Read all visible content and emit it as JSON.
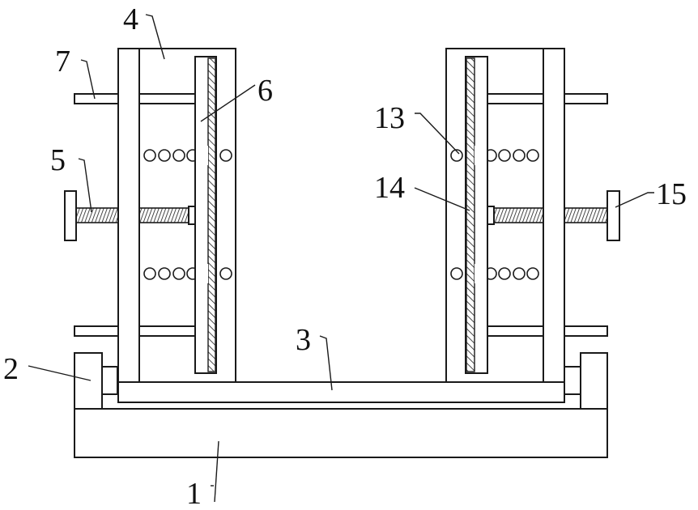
{
  "labels": {
    "base_plate": "1",
    "side_block": "2",
    "u_frame": "3",
    "side_frame": "4",
    "screw_rod_left": "5",
    "clamp_plate_left": "6",
    "guide_rod": "7",
    "guide_hole": "13",
    "clamp_plate_right": "14",
    "handwheel_right": "15"
  }
}
